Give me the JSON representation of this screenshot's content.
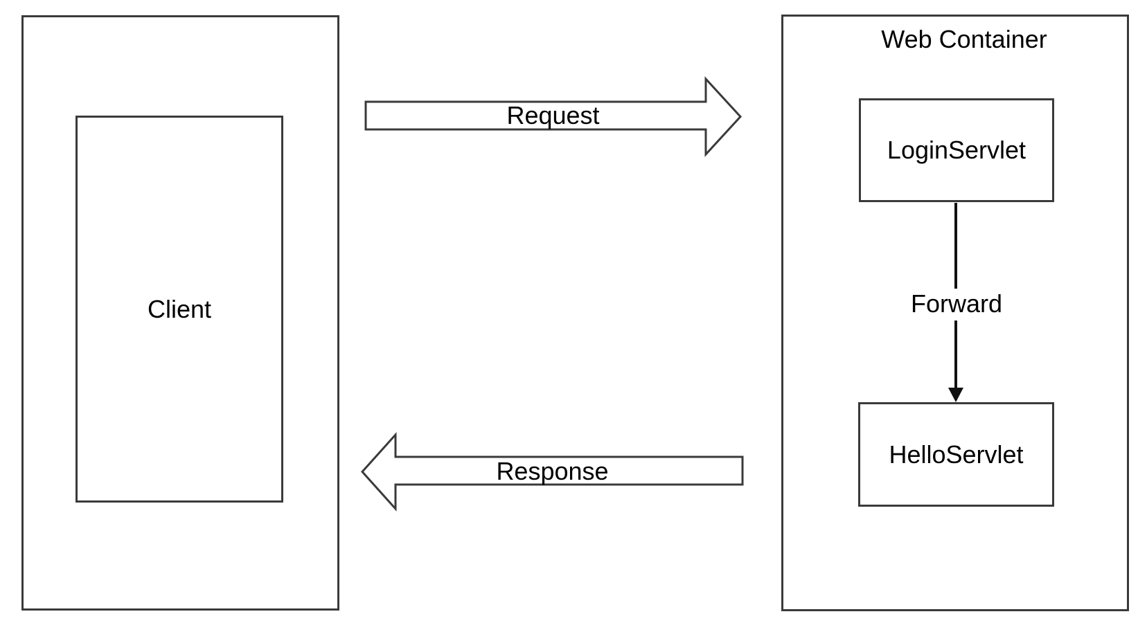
{
  "diagram": {
    "client": {
      "label": "Client"
    },
    "web_container": {
      "title": "Web Container",
      "login_servlet_label": "LoginServlet",
      "hello_servlet_label": "HelloServlet"
    },
    "arrows": {
      "request_label": "Request",
      "response_label": "Response",
      "forward_label": "Forward"
    },
    "colors": {
      "background": "#ffffff",
      "box_border": "#3a3a3a",
      "arrow_outline": "#3a3a3a",
      "forward_connector": "#111111",
      "text": "#000000"
    }
  }
}
